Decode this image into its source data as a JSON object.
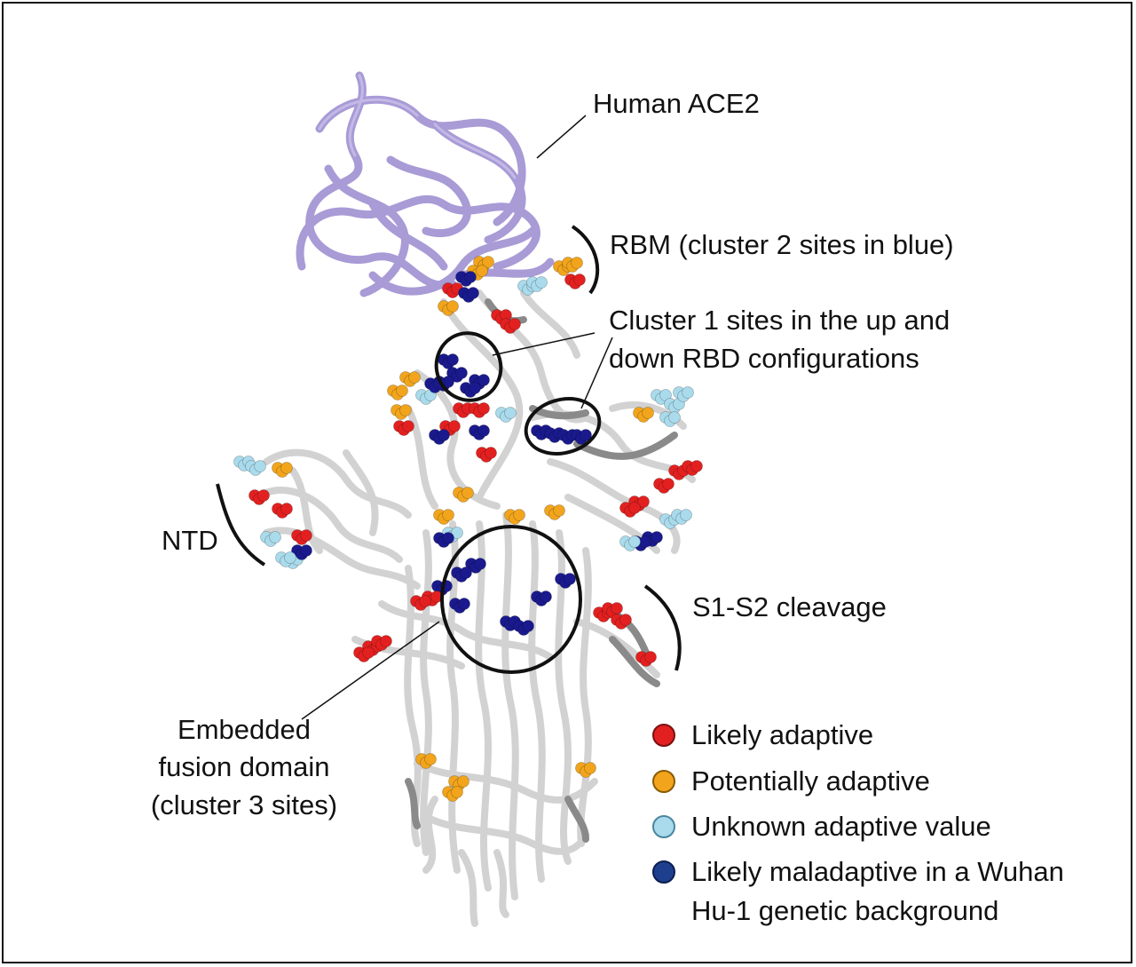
{
  "labels": {
    "ace2": "Human ACE2",
    "rbm": "RBM (cluster 2 sites in blue)",
    "cluster1_line1": "Cluster 1 sites in the up and",
    "cluster1_line2": "down RBD configurations",
    "ntd": "NTD",
    "s1s2": "S1-S2 cleavage",
    "fusion_line1": "Embedded",
    "fusion_line2": "fusion domain",
    "fusion_line3": "(cluster 3 sites)"
  },
  "legend": [
    {
      "label": "Likely adaptive",
      "color": "#e32020",
      "ring": "#7a1010"
    },
    {
      "label": "Potentially adaptive",
      "color": "#f2a51c",
      "ring": "#8a5a05"
    },
    {
      "label": "Unknown adaptive value",
      "color": "#a9dbec",
      "ring": "#4a86a0"
    },
    {
      "label": "Likely maladaptive in a Wuhan",
      "label2": "Hu-1 genetic background",
      "color": "#1e3f8e",
      "ring": "#0c1e4e"
    }
  ],
  "colors": {
    "ace2": "#a89bd6",
    "spike": "#d4d4d4",
    "spike_dark": "#8a8a8a",
    "adaptive": "#e32020",
    "potential": "#f2a51c",
    "unknown": "#a9dbec",
    "maladaptive": "#1a1a8e"
  }
}
